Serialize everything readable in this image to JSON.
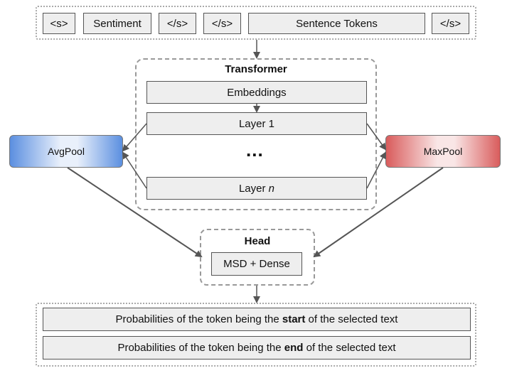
{
  "input_tokens": [
    "<s>",
    "Sentiment",
    "</s>",
    "</s>",
    "Sentence Tokens",
    "</s>"
  ],
  "transformer": {
    "title": "Transformer",
    "embeddings": "Embeddings",
    "layer1": "Layer 1",
    "ellipsis": "...",
    "layern_prefix": "Layer ",
    "layern_var": "n"
  },
  "avgpool": "AvgPool",
  "maxpool": "MaxPool",
  "head": {
    "title": "Head",
    "block": "MSD + Dense"
  },
  "outputs": {
    "start": {
      "before": "Probabilities of the token being the ",
      "bold": "start",
      "after": " of the selected text"
    },
    "end": {
      "before": "Probabilities of the token being the ",
      "bold": "end",
      "after": " of the selected text"
    }
  }
}
